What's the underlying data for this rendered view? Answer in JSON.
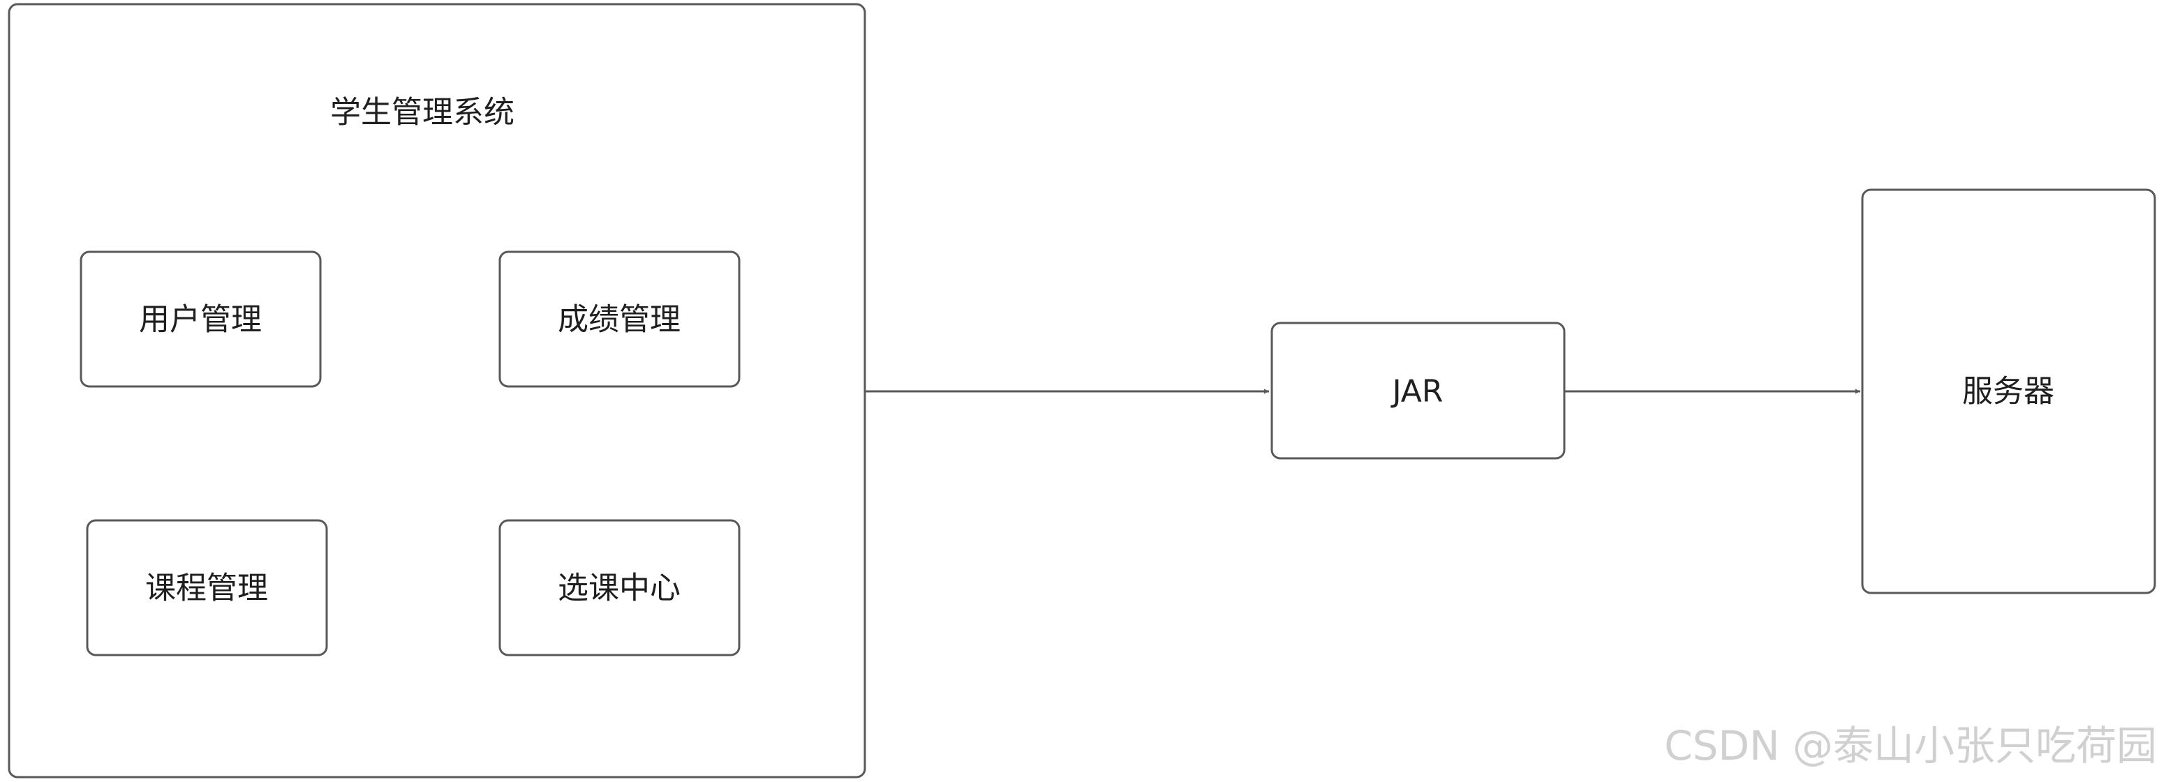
{
  "diagram": {
    "container": {
      "title": "学生管理系统",
      "modules": [
        {
          "label": "用户管理"
        },
        {
          "label": "成绩管理"
        },
        {
          "label": "课程管理"
        },
        {
          "label": "选课中心"
        }
      ]
    },
    "jar": {
      "label": "JAR"
    },
    "server": {
      "label": "服务器"
    },
    "edges": [
      {
        "from": "学生管理系统",
        "to": "JAR"
      },
      {
        "from": "JAR",
        "to": "服务器"
      }
    ],
    "colors": {
      "stroke": "#595959",
      "text": "#1f1f1f",
      "watermark": "#d0d0d0",
      "background": "#ffffff"
    }
  },
  "watermark": "CSDN @泰山小张只吃荷园"
}
